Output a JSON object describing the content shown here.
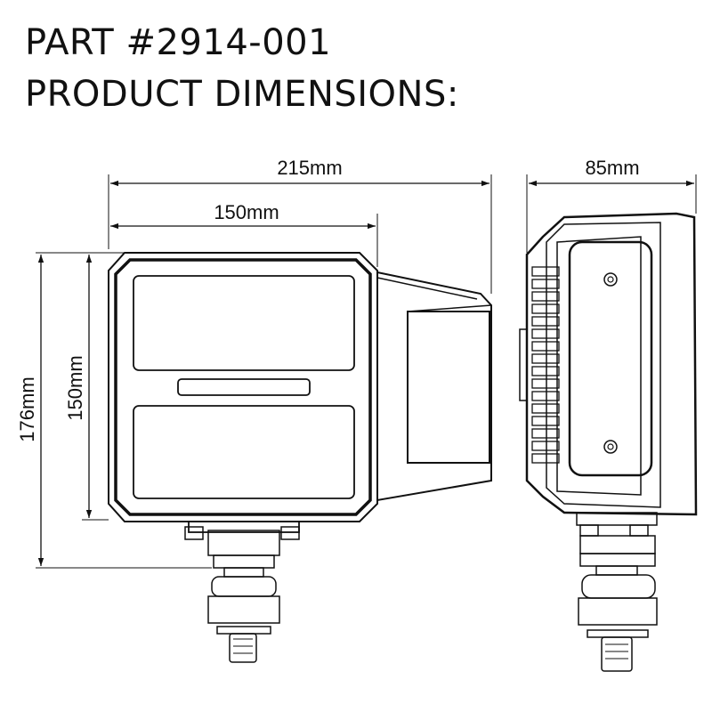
{
  "title": {
    "line1": "PART #2914-001",
    "line2": "PRODUCT DIMENSIONS:"
  },
  "dimensions": {
    "overall_width": "215mm",
    "lens_width": "150mm",
    "depth": "85mm",
    "overall_height": "176mm",
    "lens_height": "150mm"
  }
}
